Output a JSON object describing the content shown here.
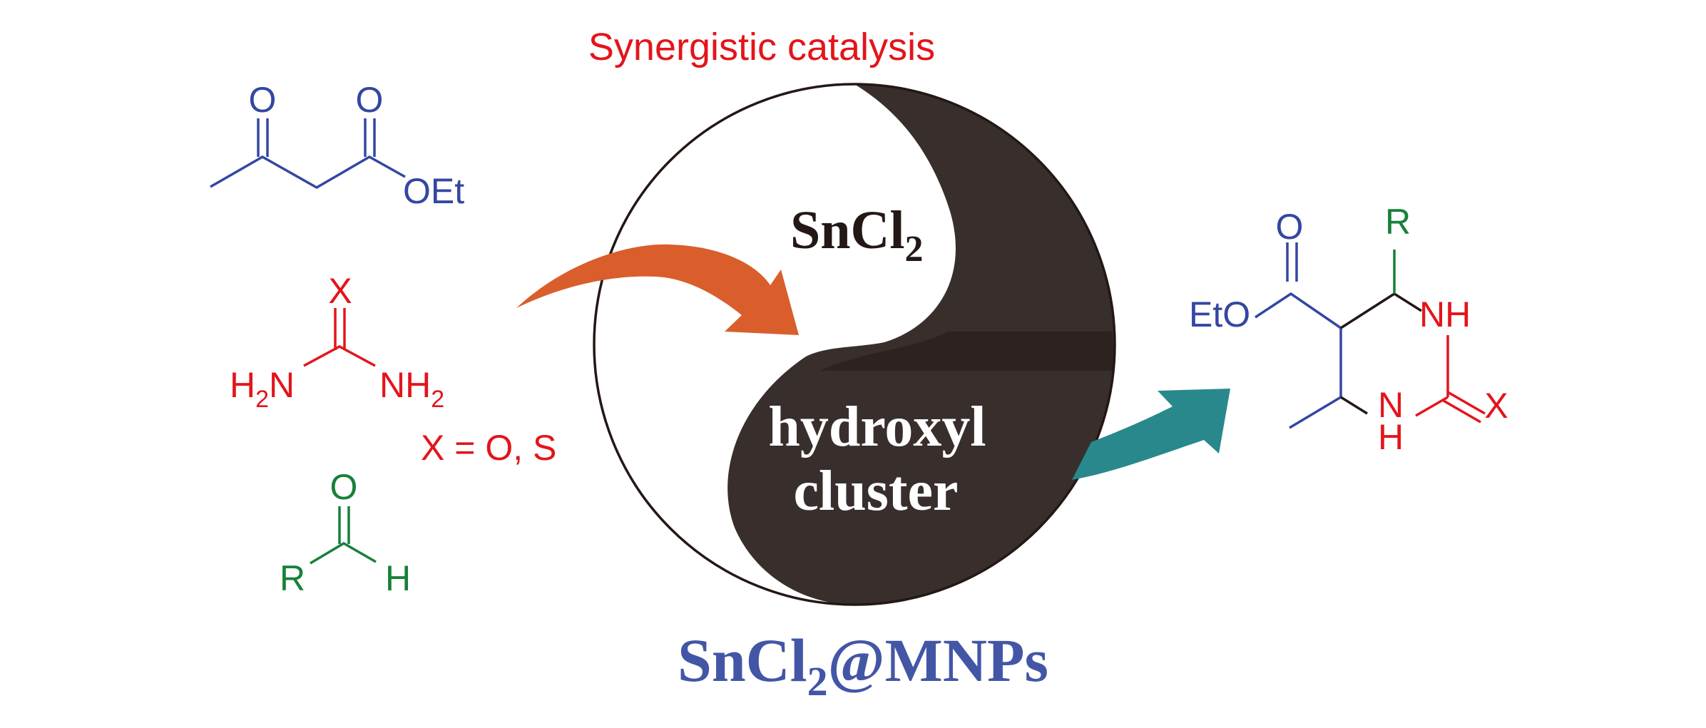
{
  "title": "Synergistic  catalysis",
  "colors": {
    "red": "#E3151B",
    "blue": "#3347A1",
    "green": "#17803A",
    "black": "#231815",
    "dark_fill": "#382F2D",
    "orange": "#D95E2B",
    "teal": "#28888C",
    "catalyst_label": "#4356A6"
  },
  "reactants": {
    "ketoester": {
      "o1": "O",
      "o2": "O",
      "oet": "OEt"
    },
    "urea": {
      "x": "X",
      "h2n_h": "H",
      "h2n_sub": "2",
      "h2n_n": "N",
      "nh2_n": "NH",
      "nh2_sub": "2"
    },
    "x_definition": "X = O, S",
    "aldehyde": {
      "o": "O",
      "r": "R",
      "h": "H"
    }
  },
  "catalyst": {
    "upper_label_main": "SnCl",
    "upper_label_sub": "2",
    "lower_label_line1": "hydroxyl",
    "lower_label_line2": "cluster",
    "name_main": "SnCl",
    "name_sub": "2",
    "name_suffix": "@MNPs"
  },
  "product": {
    "o": "O",
    "eto": "EtO",
    "r": "R",
    "nh_top": "NH",
    "n_bottom": "N",
    "h_bottom": "H",
    "x": "X"
  }
}
